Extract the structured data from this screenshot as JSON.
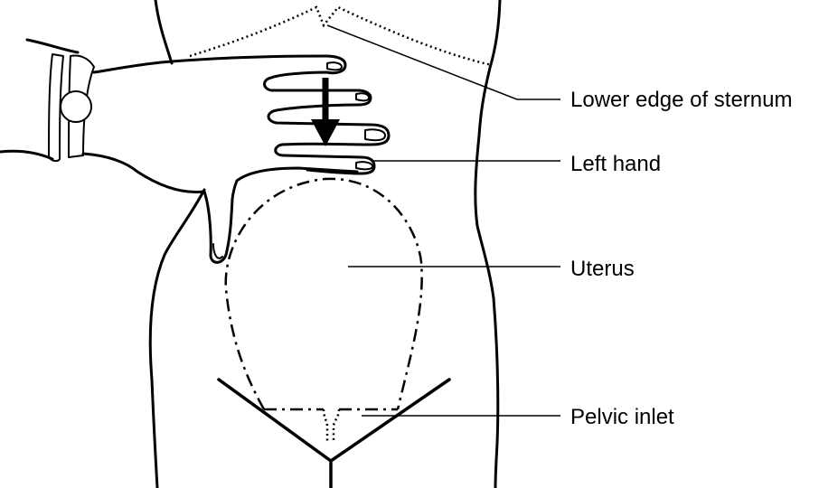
{
  "labels": {
    "sternum": "Lower edge of sternum",
    "hand": "Left hand",
    "uterus": "Uterus",
    "pelvic_inlet": "Pelvic inlet"
  }
}
